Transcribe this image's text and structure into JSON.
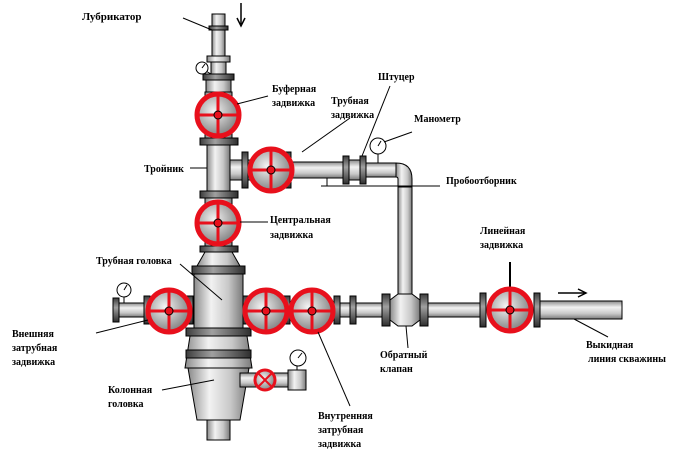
{
  "labels": {
    "lubricator": "Лубрикатор",
    "buffer_valve_1": "Буферная",
    "buffer_valve_2": "задвижка",
    "pipe_valve_top_1": "Трубная",
    "pipe_valve_top_2": "задвижка",
    "choke": "Штуцер",
    "manometer": "Манометр",
    "tee": "Тройник",
    "sampler": "Пробоотборник",
    "central_valve_1": "Центральная",
    "central_valve_2": "задвижка",
    "line_valve_1": "Линейная",
    "line_valve_2": "задвижка",
    "tubing_head": "Трубная головка",
    "outer_annulus_valve_1": "Внешняя",
    "outer_annulus_valve_2": "затрубная",
    "outer_annulus_valve_3": "задвижка",
    "check_valve_1": "Обратный",
    "check_valve_2": "клапан",
    "flow_line_1": "Выкидная",
    "flow_line_2": "линия скважины",
    "casing_head_1": "Колонная",
    "casing_head_2": "головка",
    "inner_annulus_valve_1": "Внутренняя",
    "inner_annulus_valve_2": "затрубная",
    "inner_annulus_valve_3": "задвижка"
  },
  "colors": {
    "valve_handwheel": "#e8101c",
    "steel_light": "#dcdcdc",
    "steel_mid": "#b4b4b4",
    "steel_dark": "#6a6a6a"
  }
}
